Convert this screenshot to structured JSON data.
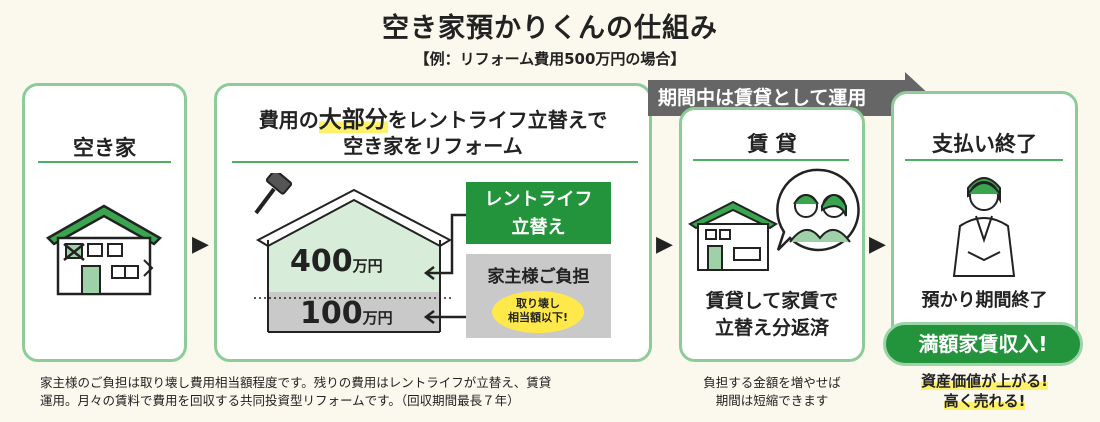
{
  "title": "空き家預かりくんの仕組み",
  "subtitle": "【例：リフォーム費用500万円の場合】",
  "banner": "期間中は賃貸として運用",
  "step1": {
    "heading": "空き家"
  },
  "step2": {
    "heading_line1_pre": "費用の",
    "heading_line1_em": "大部分",
    "heading_line1_post": "をレントライフ立替えで",
    "heading_line2": "空き家をリフォーム",
    "amount_upper": "400",
    "amount_lower": "100",
    "unit": "万円",
    "rentlife_label_1": "レントライフ",
    "rentlife_label_2": "立替え",
    "owner_label": "家主様ご負担",
    "badge_line1": "取り壊し",
    "badge_line2": "相当額以下!"
  },
  "step3": {
    "heading": "賃 貸",
    "caption_line1": "賃貸して家賃で",
    "caption_line2": "立替え分返済"
  },
  "step4": {
    "heading": "支払い終了",
    "caption": "預かり期間終了",
    "pill": "満額家賃収入!",
    "result_line1": "資産価値が上がる!",
    "result_line2": "高く売れる!"
  },
  "notes": {
    "left_line1": "家主様のご負担は取り壊し費用相当額程度です。残りの費用はレントライフが立替え、賃貸",
    "left_line2": "運用。月々の賃料で費用を回収する共同投資型リフォームです。（回収期間最長７年）",
    "mid_line1": "負担する金額を増やせば",
    "mid_line2": "期間は短縮できます"
  },
  "colors": {
    "green": "#23943c",
    "light_green": "#8dcc99",
    "gray": "#c9c9c9",
    "yellow": "#ffe94a",
    "banner": "#666666"
  }
}
